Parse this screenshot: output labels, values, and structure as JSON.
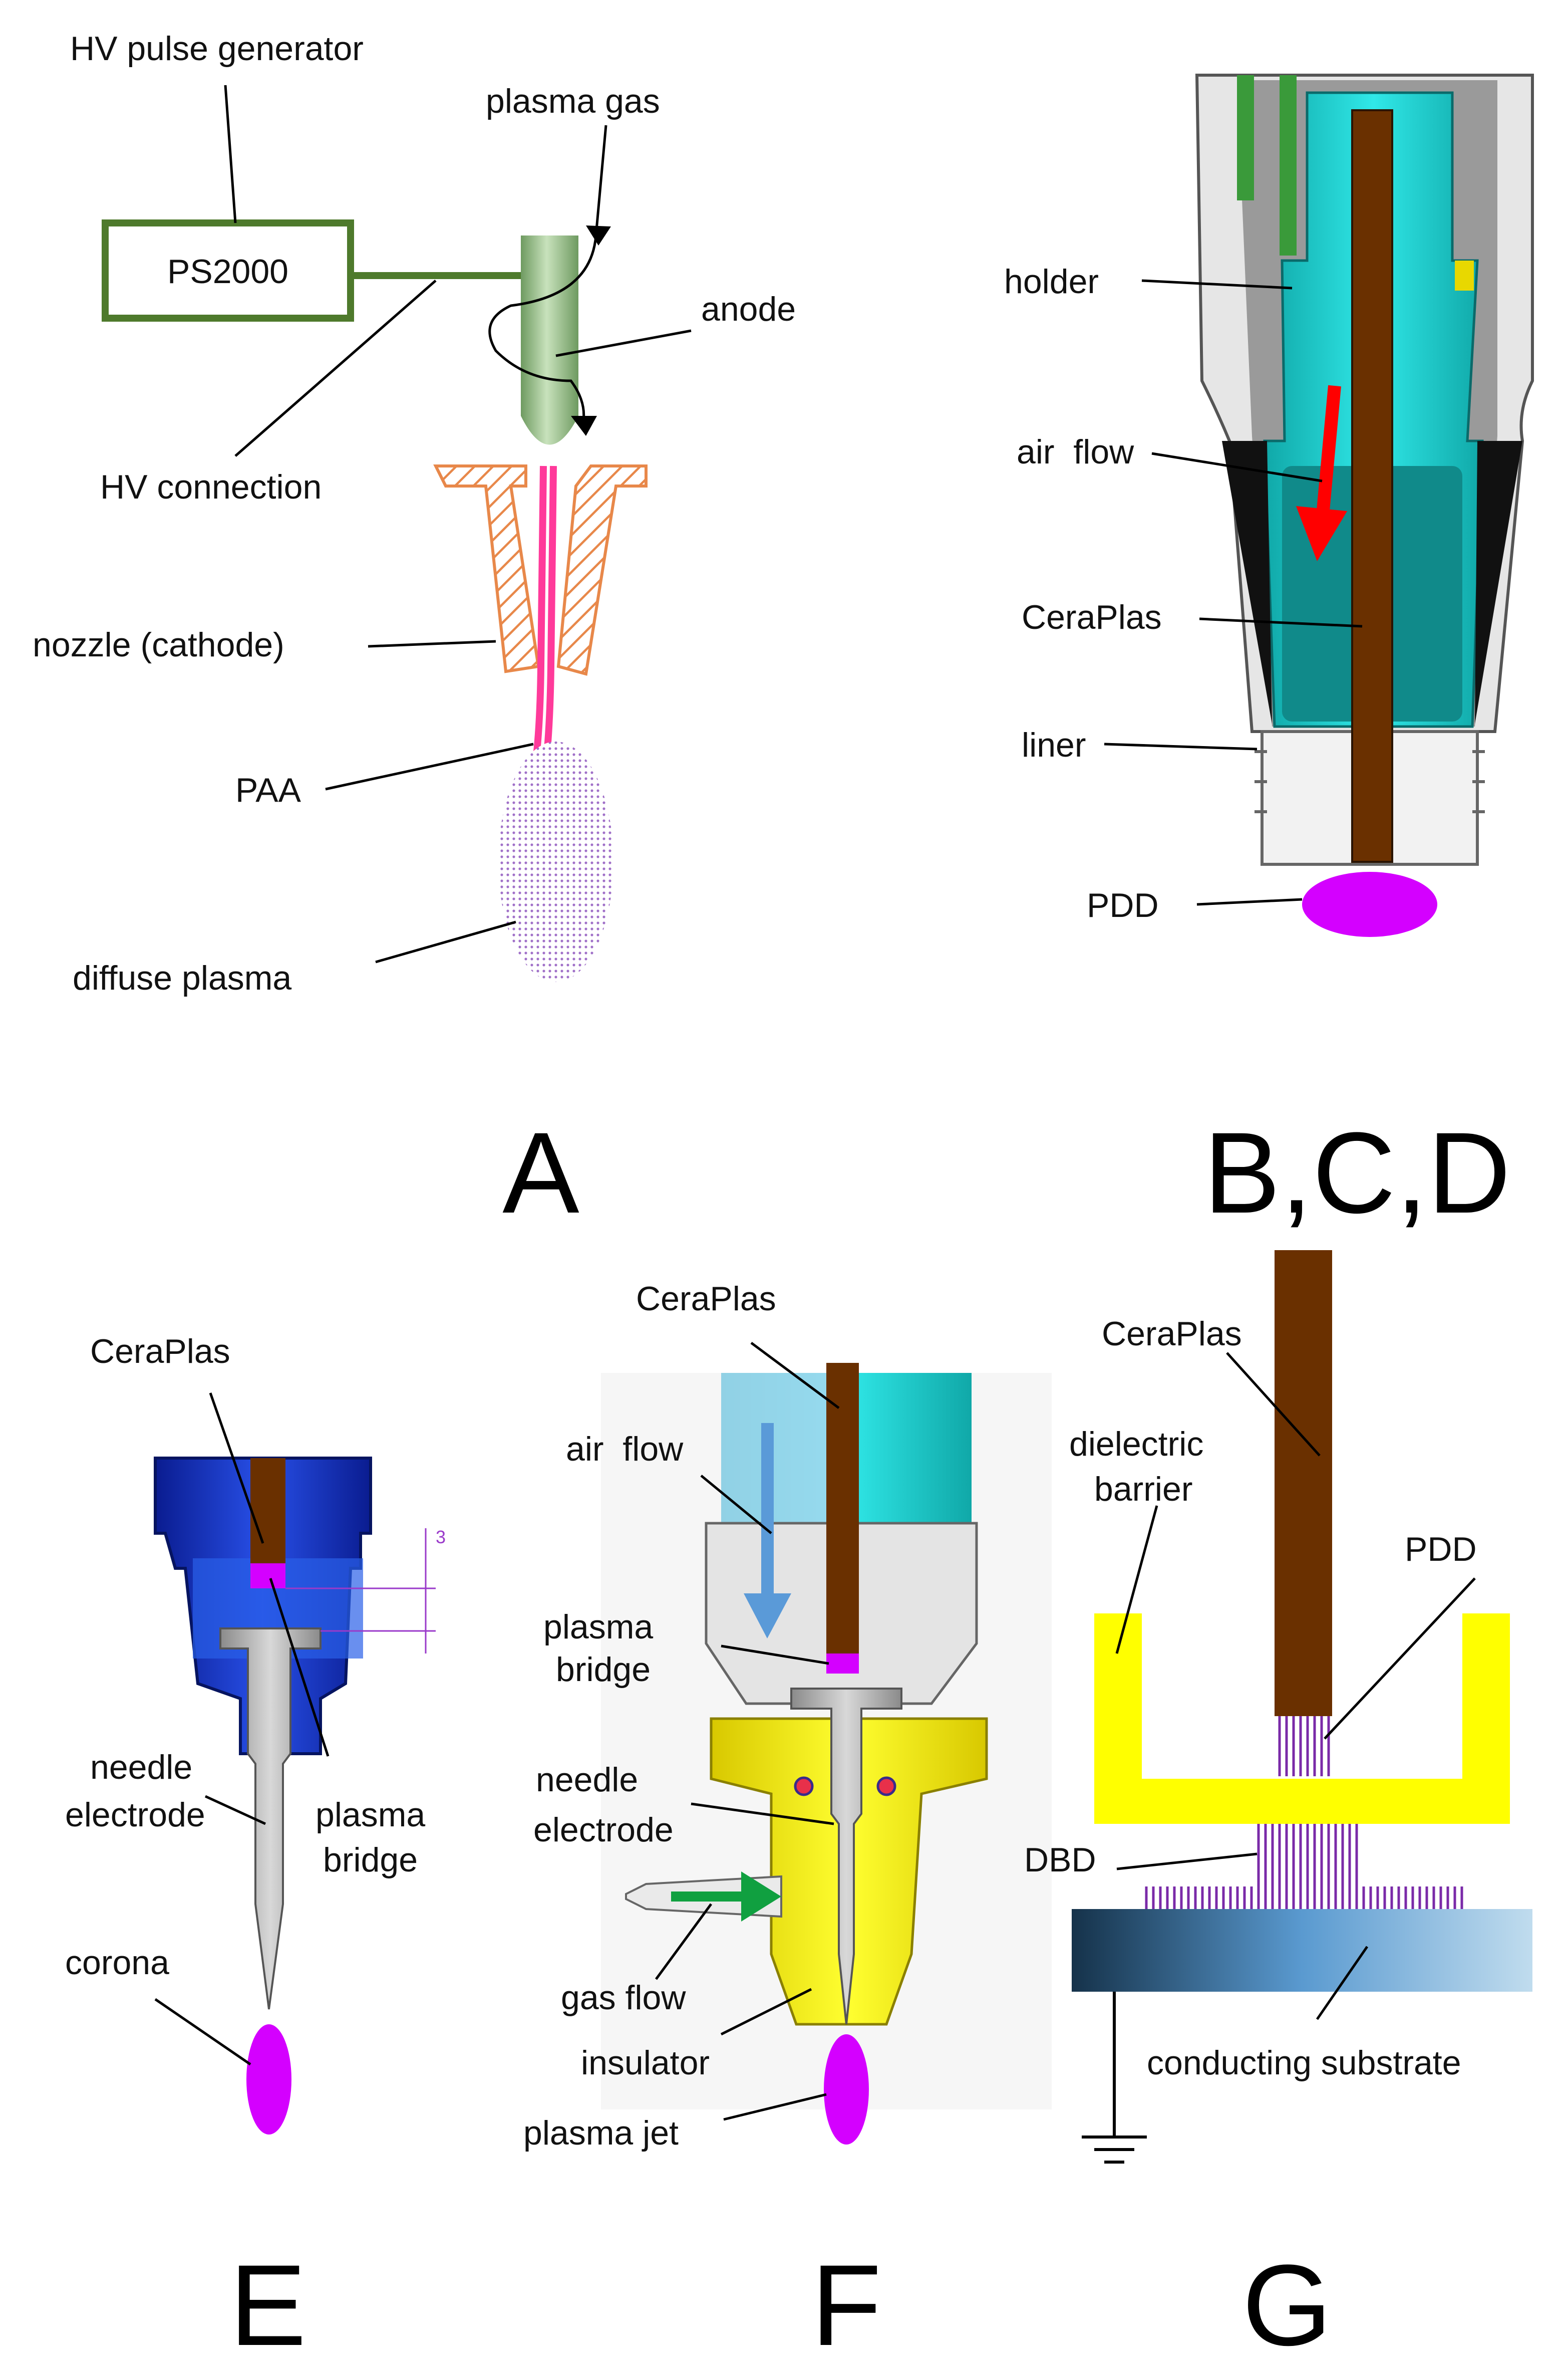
{
  "panels": {
    "A": {
      "letter": "A",
      "labels": {
        "hv_pulse_generator": "HV pulse generator",
        "ps2000": "PS2000",
        "plasma_gas": "plasma gas",
        "anode": "anode",
        "hv_connection": "HV connection",
        "nozzle": "nozzle (cathode)",
        "paa": "PAA",
        "diffuse_plasma": "diffuse plasma"
      }
    },
    "BCD": {
      "letter": "B,C,D",
      "labels": {
        "holder": "holder",
        "air_flow": "air  flow",
        "ceraplas": "CeraPlas",
        "liner": "liner",
        "pdd": "PDD"
      }
    },
    "E": {
      "letter": "E",
      "dimension": "3",
      "labels": {
        "ceraplas": "CeraPlas",
        "needle_1": "needle",
        "needle_2": "electrode",
        "plasma_bridge_1": "plasma",
        "plasma_bridge_2": "bridge",
        "corona": "corona"
      }
    },
    "F": {
      "letter": "F",
      "labels": {
        "ceraplas": "CeraPlas",
        "air_flow": "air  flow",
        "plasma_bridge_1": "plasma",
        "plasma_bridge_2": "bridge",
        "needle_1": "needle",
        "needle_2": "electrode",
        "gas_flow": "gas flow",
        "insulator": "insulator",
        "plasma_jet": "plasma jet"
      }
    },
    "G": {
      "letter": "G",
      "labels": {
        "ceraplas": "CeraPlas",
        "dielectric_1": "dielectric",
        "dielectric_2": "barrier",
        "pdd": "PDD",
        "dbd": "DBD",
        "conducting_substrate": "conducting substrate"
      }
    }
  },
  "colors": {
    "green_frame": "#4e7a2c",
    "anode": "#9cc48c",
    "nozzle_hatch": "#e8884a",
    "pink": "#ff3a9a",
    "purple": "#a070c8",
    "magenta": "#d400ff",
    "cyan": "#20d8d8",
    "brown": "#6a3000",
    "blue": "#1838c8",
    "yellow": "#ffff00",
    "red_arrow": "#ff0000",
    "blue_arrow": "#5a9ad8",
    "green_arrow": "#10a040"
  }
}
